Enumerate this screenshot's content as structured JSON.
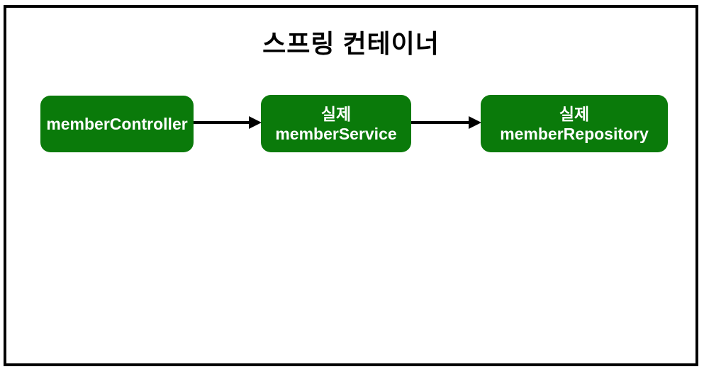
{
  "diagram": {
    "title": "스프링 컨테이너",
    "nodes": [
      {
        "id": "memberController",
        "lines": [
          "memberController"
        ]
      },
      {
        "id": "memberService",
        "lines": [
          "실제",
          "memberService"
        ]
      },
      {
        "id": "memberRepository",
        "lines": [
          "실제",
          "memberRepository"
        ]
      }
    ],
    "arrows": [
      {
        "from": "memberController",
        "to": "memberService"
      },
      {
        "from": "memberService",
        "to": "memberRepository"
      }
    ],
    "colors": {
      "node_fill": "#0a7a0a",
      "node_text": "#ffffff",
      "frame_border": "#000000",
      "arrow": "#000000",
      "background": "#ffffff"
    }
  }
}
